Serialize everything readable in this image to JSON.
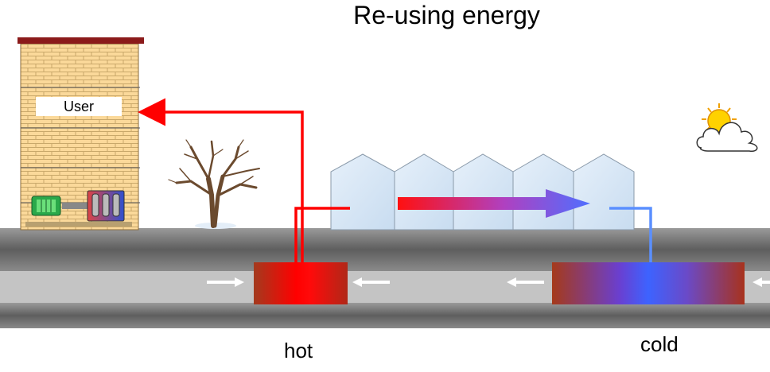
{
  "title": "Re-using energy",
  "building": {
    "label": "User"
  },
  "labels": {
    "hot": "hot",
    "cold": "cold"
  },
  "icons": [
    "building-icon",
    "tree-icon",
    "sun-cloud-icon",
    "greenhouse-icon",
    "pump-icon",
    "heat-exchanger-icon"
  ],
  "colors": {
    "hot": "#ff0000",
    "cold": "#4f7fff",
    "ground": "#808080",
    "pipe": "#c0c0c0",
    "arrow_white": "#ffffff"
  }
}
